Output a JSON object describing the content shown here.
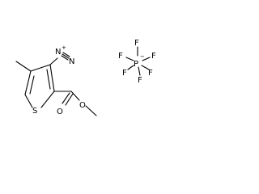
{
  "atoms": {
    "sulfur": "S",
    "ester_carbonyl_oxygen": "O",
    "ester_ether_oxygen": "O",
    "diazonium_n1": "N",
    "diazonium_n2": "N",
    "diazonium_charge": "+",
    "phosphorus": "P",
    "phosphorus_charge": "−",
    "fluorine_top": "F",
    "fluorine_upper_left": "F",
    "fluorine_upper_right": "F",
    "fluorine_lower_left": "F",
    "fluorine_lower_right": "F",
    "fluorine_bottom": "F"
  }
}
